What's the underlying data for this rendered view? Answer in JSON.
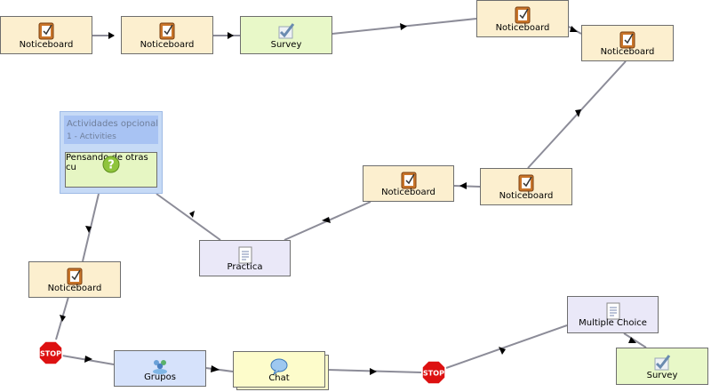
{
  "nodes": {
    "n1": {
      "label": "Noticeboard",
      "icon": "noticeboard-icon"
    },
    "n2": {
      "label": "Noticeboard",
      "icon": "noticeboard-icon"
    },
    "n3": {
      "label": "Survey",
      "icon": "survey-check-icon"
    },
    "n4": {
      "label": "Noticeboard",
      "icon": "noticeboard-icon"
    },
    "n5": {
      "label": "Noticeboard",
      "icon": "noticeboard-icon"
    },
    "n6": {
      "label": "Noticeboard",
      "icon": "noticeboard-icon"
    },
    "n7": {
      "label": "Noticeboard",
      "icon": "noticeboard-icon"
    },
    "n8": {
      "label": "Practica",
      "icon": "document-icon"
    },
    "n9": {
      "label": "Noticeboard",
      "icon": "noticeboard-icon"
    },
    "n10": {
      "label": "Grupos",
      "icon": "group-icon"
    },
    "n11": {
      "label": "Chat",
      "icon": "chat-bubble-icon"
    },
    "n12": {
      "label": "Multiple Choice",
      "icon": "document-icon"
    },
    "n13": {
      "label": "Survey",
      "icon": "survey-check-icon"
    }
  },
  "optional": {
    "title": "Actividades opcional",
    "subtitle": "1 - Activities",
    "child_label": "Pensando de otras cu",
    "child_icon": "question-icon"
  },
  "stops": {
    "label": "STOP"
  },
  "colors": {
    "noticeboard": "#fcefcf",
    "survey": "#e8f8c8",
    "practica": "#eae8f8",
    "grupos": "#d6e2fb",
    "chat": "#fdfccb",
    "optional_container": "#c6daf6",
    "stop_red": "#dd1111",
    "edge": "#8c8c98"
  }
}
